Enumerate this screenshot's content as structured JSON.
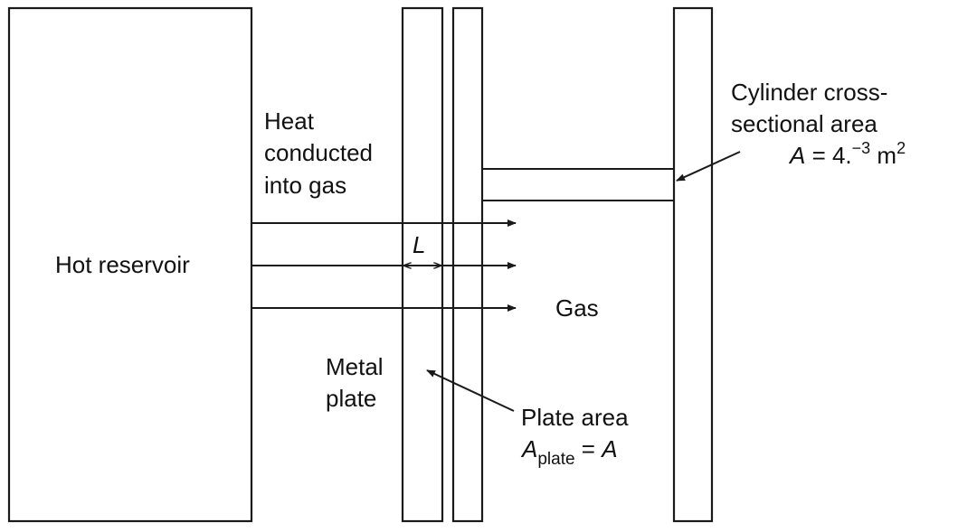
{
  "labels": {
    "hot_reservoir": "Hot reservoir",
    "heat_line1": "Heat",
    "heat_line2": "conducted",
    "heat_line3": "into gas",
    "thickness": "L",
    "gas": "Gas",
    "metal_line1": "Metal",
    "metal_line2": "plate",
    "plate_area_title": "Plate area",
    "plate_area_symbol": "A",
    "plate_area_subscript": "plate",
    "plate_area_equals": " = ",
    "plate_area_value": "A",
    "cyl_line1": "Cylinder cross-",
    "cyl_line2": "sectional area",
    "cyl_symbol": "A",
    "cyl_equals": " = 4.",
    "cyl_exponent": "−3",
    "cyl_unit": " m",
    "cyl_unit_exponent": "2"
  },
  "colors": {
    "stroke": "#1a1a1a",
    "text": "#111111",
    "background": "#ffffff"
  }
}
